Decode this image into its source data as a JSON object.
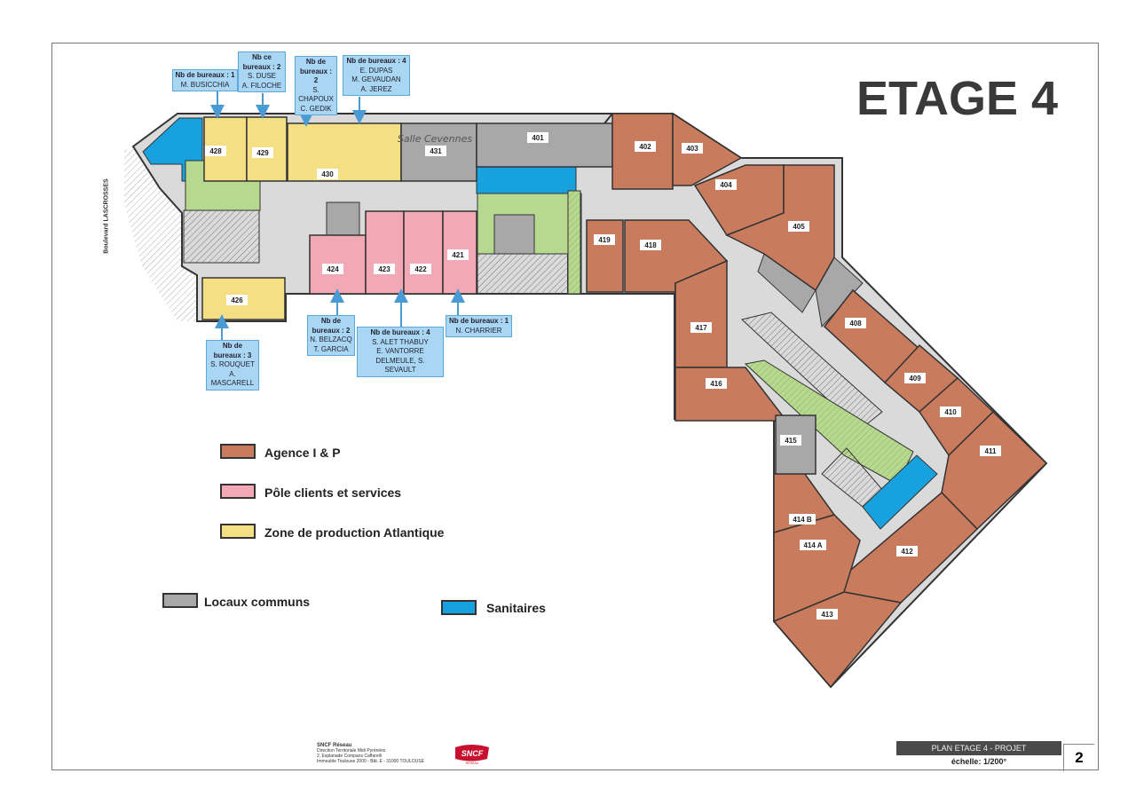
{
  "title": "ETAGE 4",
  "street": "Boulevard LASCROSSES",
  "handwritten_room_name": "Salle Cevennes",
  "colors": {
    "agence": "#c97b5d",
    "pole": "#f3a9b5",
    "production": "#f5df85",
    "communs": "#a8a8a8",
    "sanitaires": "#17a2df",
    "circulation": "#dadada",
    "escalier": "#b7d98f",
    "callout": "#a9d6f2"
  },
  "rooms": [
    {
      "id": "428",
      "category": "production"
    },
    {
      "id": "429",
      "category": "production"
    },
    {
      "id": "430",
      "category": "production"
    },
    {
      "id": "431",
      "category": "communs"
    },
    {
      "id": "401",
      "category": "communs"
    },
    {
      "id": "424",
      "category": "pole"
    },
    {
      "id": "423",
      "category": "pole"
    },
    {
      "id": "422",
      "category": "pole"
    },
    {
      "id": "421",
      "category": "pole"
    },
    {
      "id": "426",
      "category": "production"
    },
    {
      "id": "402",
      "category": "agence"
    },
    {
      "id": "403",
      "category": "agence"
    },
    {
      "id": "404",
      "category": "agence"
    },
    {
      "id": "405",
      "category": "agence"
    },
    {
      "id": "419",
      "category": "agence"
    },
    {
      "id": "418",
      "category": "agence"
    },
    {
      "id": "417",
      "category": "agence"
    },
    {
      "id": "416",
      "category": "agence"
    },
    {
      "id": "408",
      "category": "agence"
    },
    {
      "id": "409",
      "category": "agence"
    },
    {
      "id": "410",
      "category": "agence"
    },
    {
      "id": "411",
      "category": "agence"
    },
    {
      "id": "412",
      "category": "agence"
    },
    {
      "id": "413",
      "category": "agence"
    },
    {
      "id": "414 A",
      "category": "agence"
    },
    {
      "id": "414 B",
      "category": "agence"
    },
    {
      "id": "415",
      "category": "communs"
    }
  ],
  "callouts": [
    {
      "header": "Nb de bureaux : 1",
      "names": [
        "M. BUSICCHIA"
      ]
    },
    {
      "header": "Nb ce bureaux : 2",
      "names": [
        "S. DUSE",
        "A. FILOCHE"
      ]
    },
    {
      "header": "Nb de bureaux : 2",
      "names": [
        "S. CHAPOUX",
        "C. GEDIK"
      ]
    },
    {
      "header": "Nb de bureaux : 4",
      "names": [
        "E. DUPAS",
        "M. GEVAUDAN",
        "A. JEREZ"
      ]
    },
    {
      "header": "Nb de bureaux : 3",
      "names": [
        "S. ROUQUET",
        "A. MASCARELL"
      ]
    },
    {
      "header": "Nb de bureaux : 2",
      "names": [
        "N. BELZACQ",
        "T. GARCIA"
      ]
    },
    {
      "header": "Nb de bureaux : 4",
      "names": [
        "S. ALET THABUY",
        "E. VANTORRE",
        "DELMEULE, S. SEVAULT"
      ]
    },
    {
      "header": "Nb de bureaux : 1",
      "names": [
        "N. CHARRIER"
      ]
    }
  ],
  "legend": [
    {
      "label": "Agence I & P",
      "category": "agence"
    },
    {
      "label": "Pôle clients et services",
      "category": "pole"
    },
    {
      "label": "Zone de production Atlantique",
      "category": "production"
    },
    {
      "label": "Locaux communs",
      "category": "communs"
    },
    {
      "label": "Sanitaires",
      "category": "sanitaires"
    }
  ],
  "footer": {
    "org": "SNCF Réseau",
    "address": [
      "Direction Territoriale Midi Pyrénées",
      "2, Esplanade Compans Caffarelli",
      "Immeuble Toulouse 2000 - Bât. E - 31000 TOULOUSE"
    ],
    "logo_text": "SNCF",
    "logo_sub": "RÉSEAU",
    "plan_title": "PLAN ETAGE 4 - PROJET",
    "scale": "échelle: 1/200°",
    "page": "2"
  }
}
